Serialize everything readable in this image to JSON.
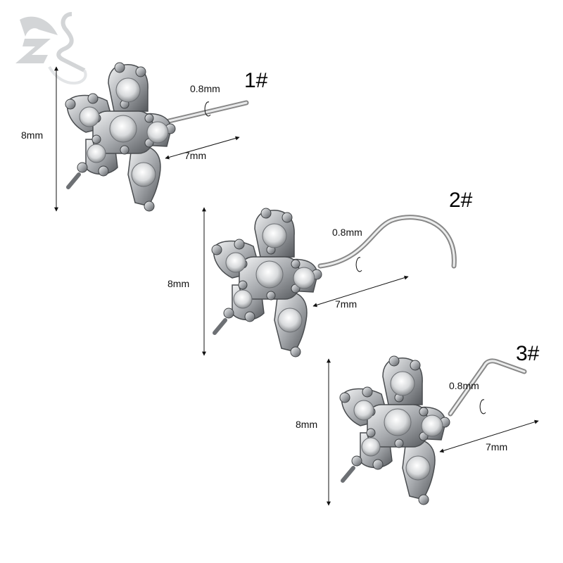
{
  "logo": {
    "text": "ZS",
    "color": "#d3d5d7"
  },
  "items": [
    {
      "number": "1#",
      "gauge": "0.8mm",
      "length": "7mm",
      "height": "8mm",
      "style": "straight"
    },
    {
      "number": "2#",
      "gauge": "0.8mm",
      "length": "7mm",
      "height": "8mm",
      "style": "screw"
    },
    {
      "number": "3#",
      "gauge": "0.8mm",
      "length": "7mm",
      "height": "8mm",
      "style": "L-shape"
    }
  ]
}
